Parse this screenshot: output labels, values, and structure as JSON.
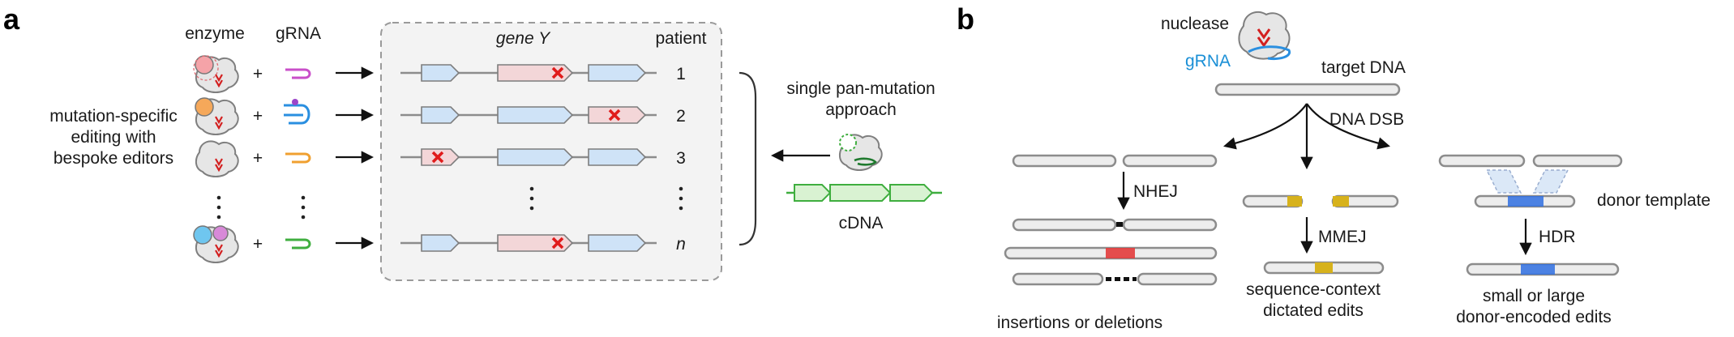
{
  "panel_a": {
    "label": "a",
    "enzyme_header": "enzyme",
    "grna_header": "gRNA",
    "gene_label": "gene Y",
    "patient_header": "patient",
    "left_text": [
      "mutation-specific",
      "editing with",
      "bespoke editors"
    ],
    "plus": "+",
    "rows": [
      {
        "patient": "1",
        "enzyme_color": "#f5a3a8",
        "grna_color": "#c94fc9",
        "mut_exon": 1
      },
      {
        "patient": "2",
        "enzyme_color": "#f5a85a",
        "grna_color": "#2a8fe0",
        "mut_exon": 2
      },
      {
        "patient": "3",
        "enzyme_color": "#d0d0d0",
        "grna_color": "#f0a030",
        "mut_exon": 0
      },
      {
        "patient": "n",
        "enzyme_color": "#6fc6ef",
        "grna_color": "#3fae3f",
        "mut_exon": 1
      }
    ],
    "right_text": [
      "single pan-mutation",
      "approach"
    ],
    "cdna_label": "cDNA",
    "colors": {
      "mutation_x": "#e01b1b",
      "exon": "#cfe3f7",
      "exon_mut": "#f3d6d8",
      "cdna": "#3fae3f"
    }
  },
  "panel_b": {
    "label": "b",
    "nuclease": "nuclease",
    "grna": "gRNA",
    "target_dna": "target DNA",
    "dsb": "DNA DSB",
    "nhej": "NHEJ",
    "mmej": "MMEJ",
    "hdr": "HDR",
    "donor_template": "donor template",
    "out_left": "insertions or deletions",
    "out_mid": [
      "sequence-context",
      "dictated edits"
    ],
    "out_right": [
      "small or large",
      "donor-encoded edits"
    ],
    "colors": {
      "insertion": "#e23b3b",
      "microhomology": "#d7b21c",
      "donor": "#2f6fe0",
      "nuclease_cut": "#d32020"
    }
  }
}
